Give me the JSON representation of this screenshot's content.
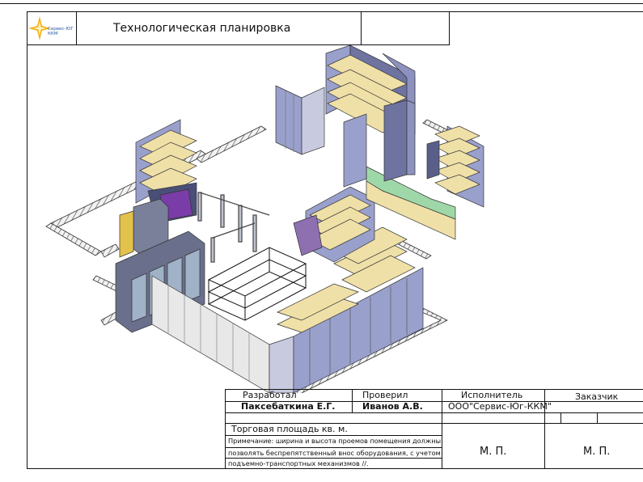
{
  "title_block": {
    "title": "Технологическая планировка",
    "logo_text_1": "Сервис-ЮГ",
    "logo_text_2": "ККМ",
    "developed_label": "Разработал",
    "developed_name": "Паксебаткина Е.Г.",
    "checked_label": "Проверил",
    "checked_name": "Иванов А.В.",
    "executor_label": "Исполнитель",
    "executor_name": "ООО\"Сервис-Юг-ККМ\"",
    "customer_label": "Заказчик",
    "area_label": "Торговая площадь  кв. м.",
    "note_line1": "Примечание: ширина и высота проемов помещения должны",
    "note_line2": "позволять беспрепятственный внос оборудования, с учетом",
    "note_line3": "подъемно-транспортных механизмов //.",
    "stamp_1": "М. П.",
    "stamp_2": "М. П."
  },
  "colors": {
    "shelf_wood": "#efe0a8",
    "rack_side": "#9aa0cc",
    "rack_dark": "#5a5f8a",
    "fridge": "#7a7f9a",
    "floor_band": "#d8d8d8",
    "accent_purple": "#7a3ca8",
    "glass_green": "#9fd8a8"
  }
}
